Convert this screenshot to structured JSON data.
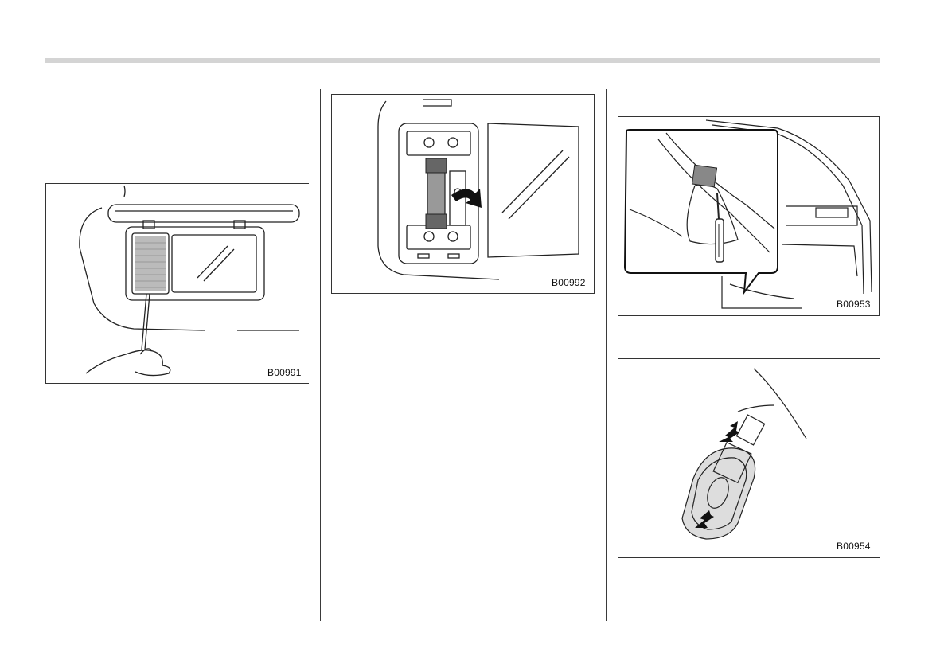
{
  "figures": [
    {
      "code": "B00991",
      "depicts": "sun visor vanity mirror light cover being pried open with a screwdriver"
    },
    {
      "code": "B00992",
      "depicts": "map light bulb removal from its holder"
    },
    {
      "code": "B00953",
      "depicts": "cargo area light lens being pried off with a cloth-wrapped screwdriver"
    },
    {
      "code": "B00954",
      "depicts": "disconnecting connector and removing bulb from light socket"
    }
  ]
}
